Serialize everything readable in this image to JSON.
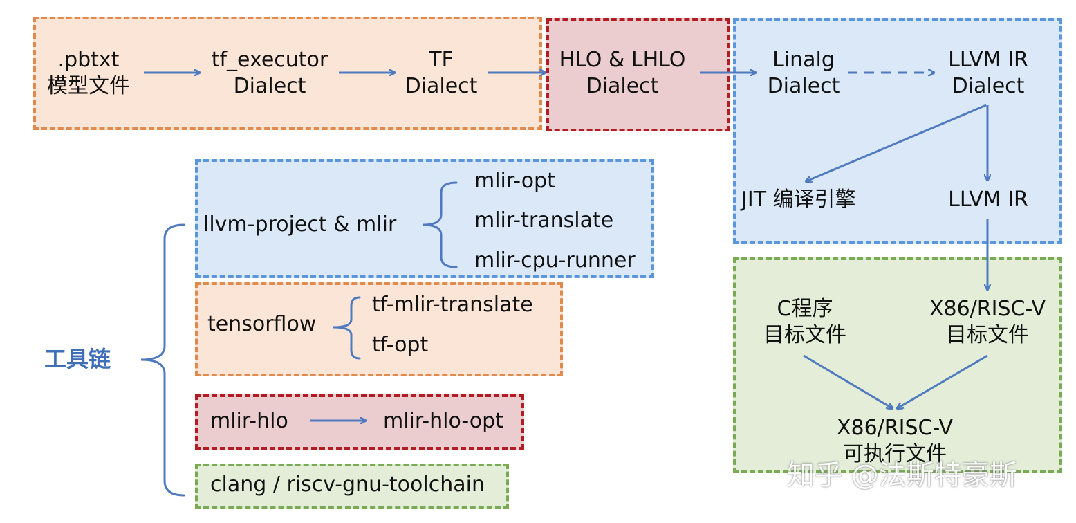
{
  "flow": {
    "pbtxt": ".pbtxt\n模型文件",
    "tf_executor": "tf_executor\nDialect",
    "tf": "TF\nDialect",
    "hlo": "HLO & LHLO\nDialect",
    "linalg": "Linalg\nDialect",
    "llvm_dialect": "LLVM IR\nDialect",
    "jit": "JIT 编译引擎",
    "llvm_ir": "LLVM IR",
    "c_obj": "C程序\n目标文件",
    "x86_obj": "X86/RISC-V\n目标文件",
    "exe": "X86/RISC-V\n可执行文件"
  },
  "toolchain": {
    "label": "工具链",
    "llvm_project": "llvm-project & mlir",
    "mlir_opt": "mlir-opt",
    "mlir_translate": "mlir-translate",
    "mlir_cpu_runner": "mlir-cpu-runner",
    "tensorflow": "tensorflow",
    "tf_mlir_translate": "tf-mlir-translate",
    "tf_opt": "tf-opt",
    "mlir_hlo": "mlir-hlo",
    "mlir_hlo_opt": "mlir-hlo-opt",
    "clang": "clang / riscv-gnu-toolchain"
  },
  "watermark": "知乎 @法斯特豪斯",
  "colors": {
    "tensorflow_group": "#e08a4e",
    "hlo_group": "#b01e23",
    "llvm_group": "#5b95db",
    "target_group": "#7aaa55",
    "arrow": "#4f7ac0",
    "brand": "#3f6fb6"
  }
}
